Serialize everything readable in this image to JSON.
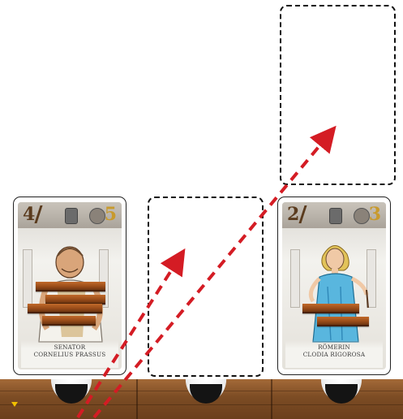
{
  "colors": {
    "arrow": "#d41c24",
    "slot_border": "#111111",
    "plank": "#a85422",
    "board_wood": "#7c4c24"
  },
  "cards": [
    {
      "id": "left-card",
      "power": "4",
      "coins": "5",
      "title": "SENATOR",
      "name": "CORNELIUS PRASSUS",
      "emblem_icon": "helmet-icon",
      "coin_icon": "coin-icon",
      "tunic_color": "#f2f0ea",
      "wood_markers": 4
    },
    {
      "id": "right-card",
      "power": "2",
      "coins": "3",
      "title": "RÖMERIN",
      "name": "CLODIA RIGOROSA",
      "emblem_icon": "helmet-icon",
      "coin_icon": "coin-icon",
      "tunic_color": "#59b6de",
      "wood_markers": 2
    }
  ],
  "empty_slots": [
    {
      "id": "middle-slot"
    },
    {
      "id": "top-right-slot"
    }
  ],
  "move_arrows": [
    {
      "from": "board-bottom-left",
      "to": "middle-slot"
    },
    {
      "from": "board-bottom-left",
      "to": "top-right-slot"
    }
  ],
  "board": {
    "cups": 3,
    "marker_icon": "triangle-marker-icon"
  }
}
